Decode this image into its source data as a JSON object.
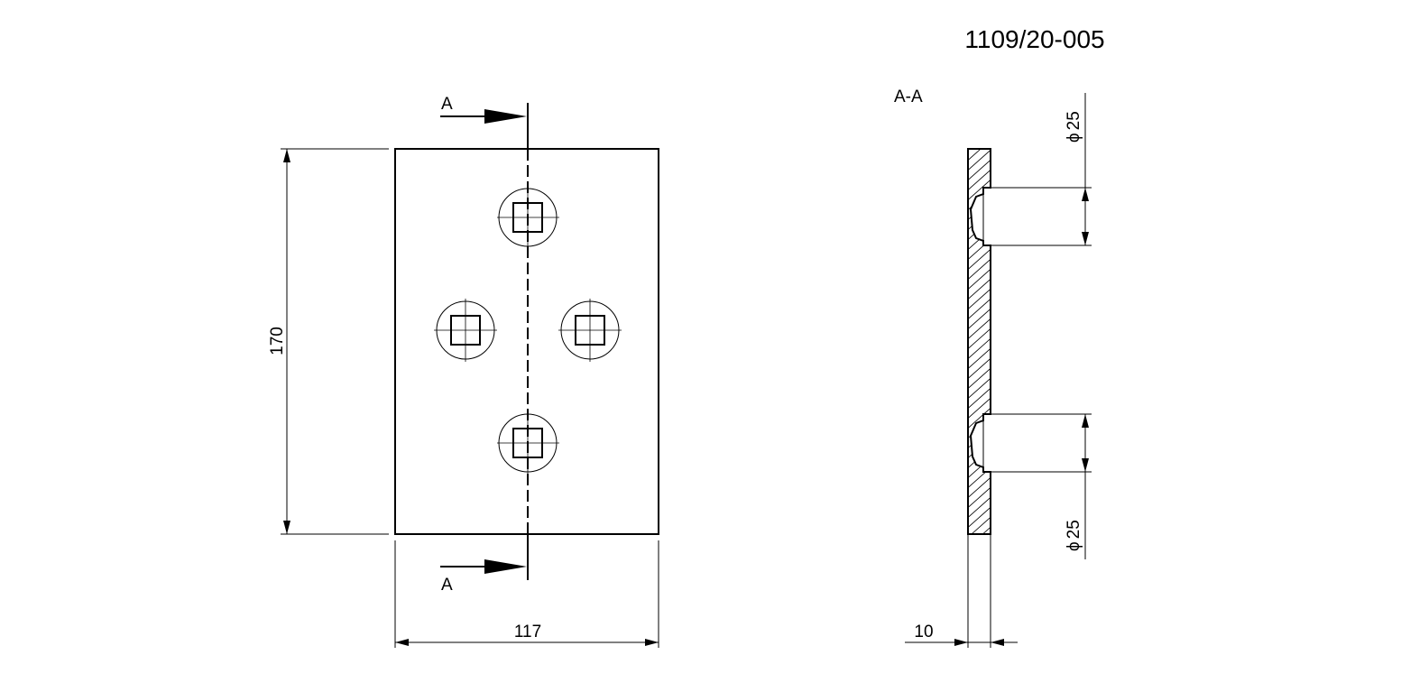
{
  "drawing": {
    "part_number": "1109/20-005",
    "section_marker": "A",
    "section_title": "A-A",
    "dimensions": {
      "height": "170",
      "width": "117",
      "thickness": "10",
      "diameter_top": "25",
      "diameter_bottom": "25",
      "diameter_symbol": "ϕ"
    }
  }
}
